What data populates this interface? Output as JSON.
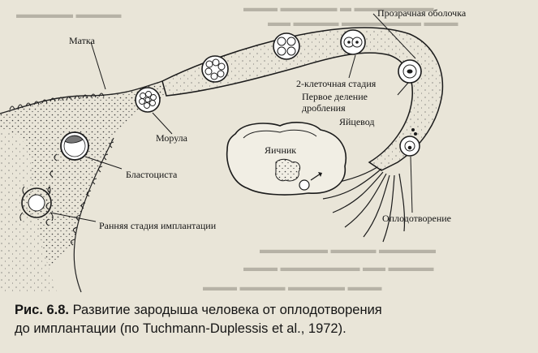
{
  "figure": {
    "labels": {
      "uterus": "Матка",
      "zona_pellucida": "Прозрачная оболочка",
      "two_cell_stage": "2-клеточная стадия",
      "first_cleavage_line1": "Первое деление",
      "first_cleavage_line2": "дробления",
      "oviduct": "Яйцевод",
      "ovary": "Яичник",
      "morula": "Морула",
      "blastocyst": "Бластоциста",
      "early_implantation": "Ранняя стадия имплантации",
      "fertilization": "Оплодотворение"
    }
  },
  "caption": {
    "number": "Рис. 6.8.",
    "text_line1": " Развитие зародыша человека от оплодотворения",
    "text_line2": "до имплантации (по Tuchmann-Duplessis et al., 1972)."
  },
  "colors": {
    "paper": "#e9e5d8",
    "ink": "#1b1b1b",
    "bleed_through": "#b6b2a6"
  }
}
